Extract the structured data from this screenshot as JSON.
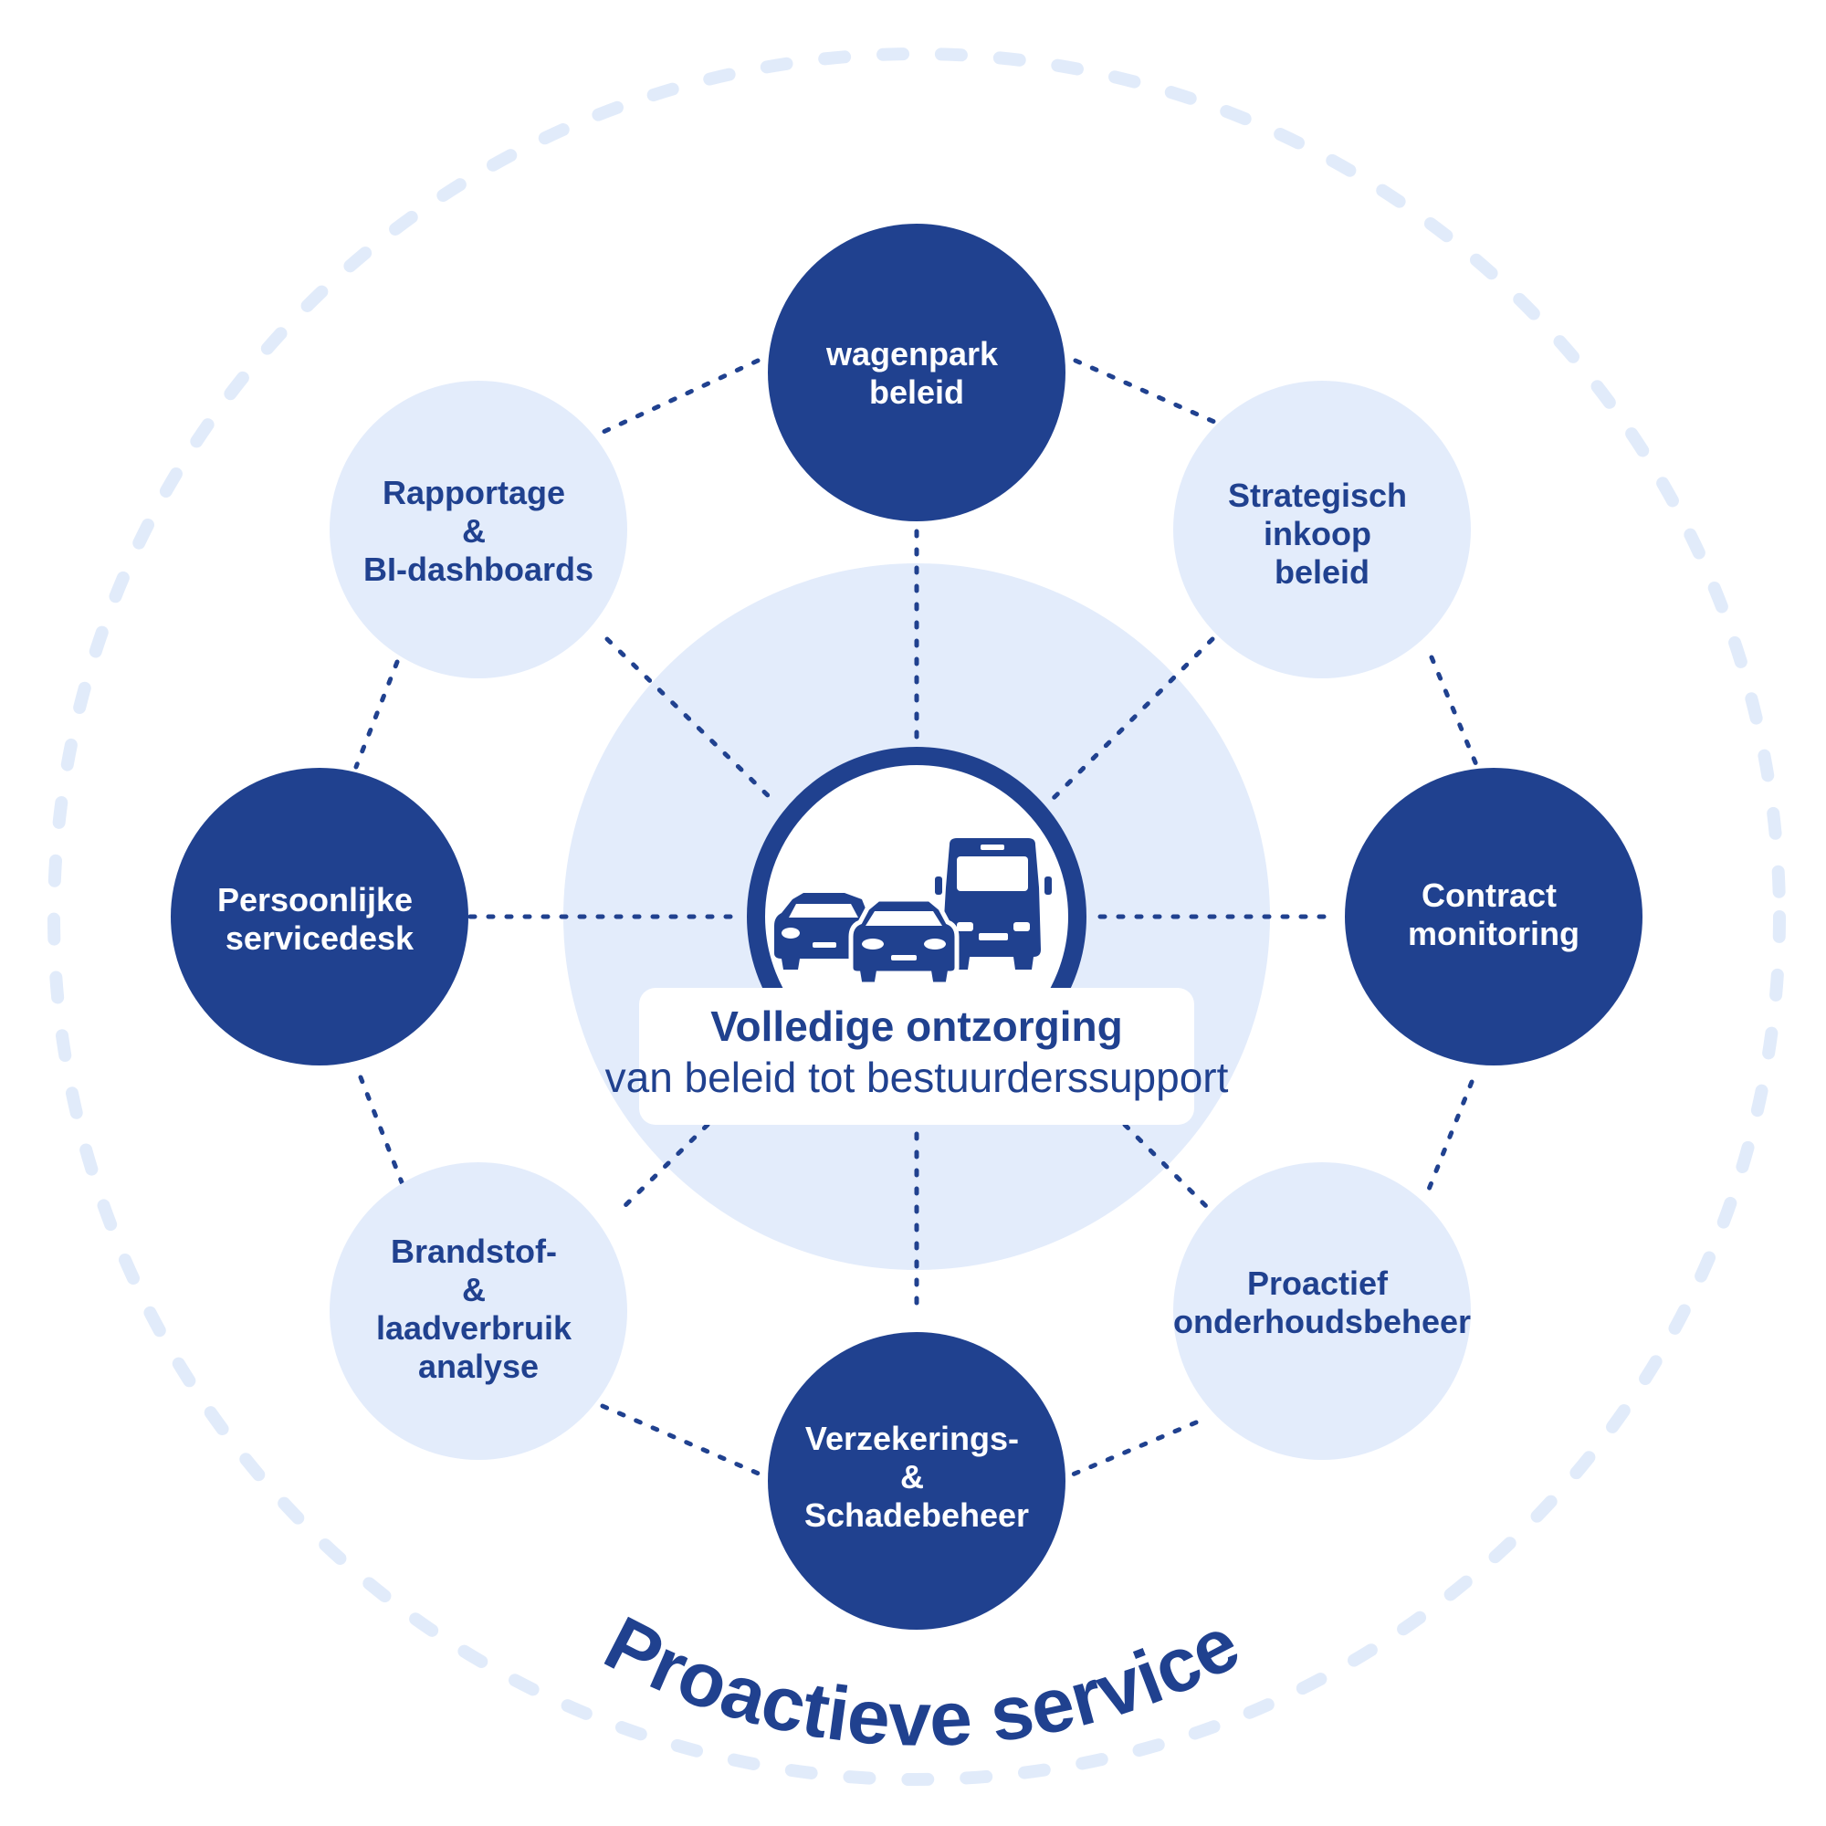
{
  "colors": {
    "dark_blue": "#20418f",
    "light_blue": "#e3ecfb",
    "outer_dash": "#e1ebfa",
    "white": "#ffffff"
  },
  "center": {
    "icon": "vehicles-icon",
    "title": "Volledige ontzorging",
    "subtitle": "van beleid tot bestuurderssupport"
  },
  "outer_label": "Proactieve service",
  "nodes": {
    "wagenpark": {
      "style": "dark",
      "lines": [
        "wagenpark",
        "beleid"
      ]
    },
    "strategisch": {
      "style": "light",
      "lines": [
        "Strategisch",
        "inkoop",
        "beleid"
      ]
    },
    "contract": {
      "style": "dark",
      "lines": [
        "Contract",
        "monitoring"
      ]
    },
    "onderhoud": {
      "style": "light",
      "lines": [
        "Proactief",
        "onderhoudsbeheer"
      ]
    },
    "verzekering": {
      "style": "dark",
      "lines": [
        "Verzekerings-",
        "&",
        "Schadebeheer"
      ]
    },
    "brandstof": {
      "style": "light",
      "lines": [
        "Brandstof-",
        "&",
        "laadverbruik",
        "analyse"
      ]
    },
    "servicedesk": {
      "style": "dark",
      "lines": [
        "Persoonlijke",
        "servicedesk"
      ]
    },
    "rapportage": {
      "style": "light",
      "lines": [
        "Rapportage",
        "&",
        "BI-dashboards"
      ]
    }
  }
}
